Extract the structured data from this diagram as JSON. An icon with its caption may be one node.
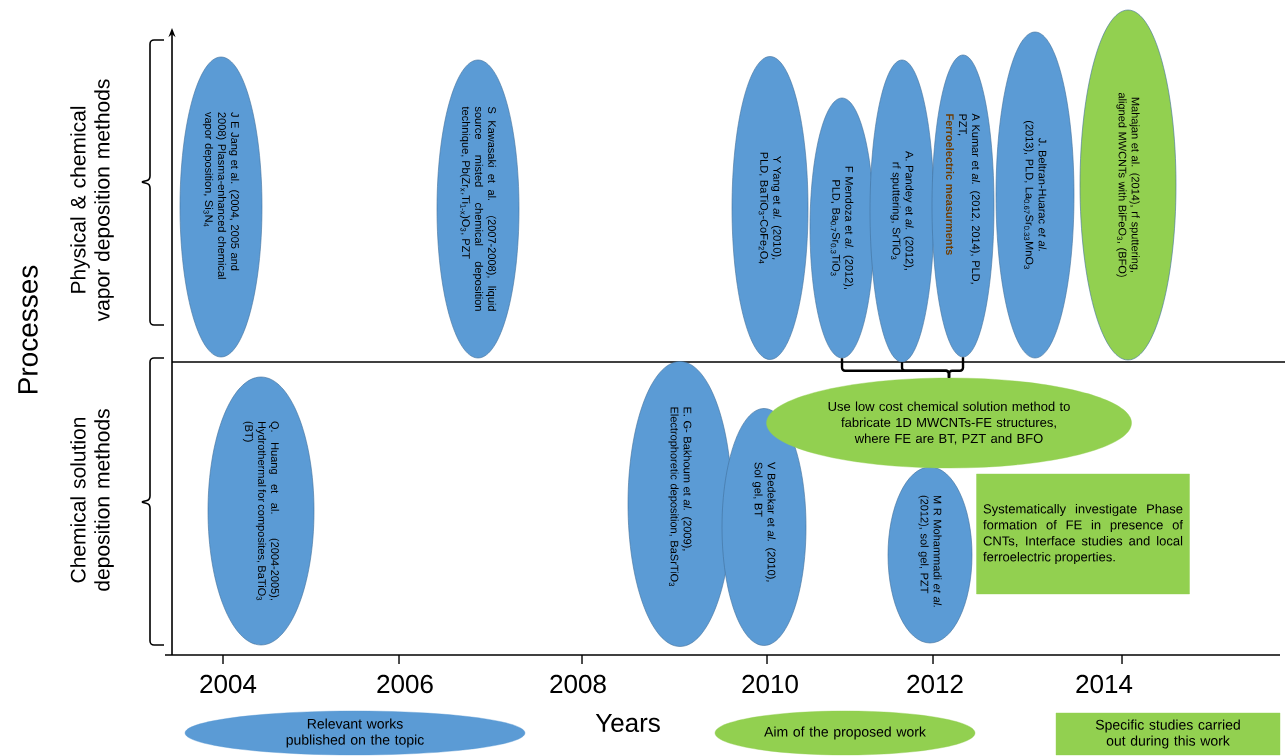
{
  "diagram": {
    "nodes": [
      {
        "text": [
          "J E Jang et al. (2004, 2005 and 2008) Plasma-enhanced chemical vapor deposition, Si$_{3}$N$_{4}$"
        ]
      },
      {
        "text": [
          "S Kawasaki et al. (2007-2008), liquid source misted chemical deposition technique, Pb(Zr$_{x}$,Ti$_{1-x}$)O$_{3}$, PZT"
        ]
      },
      {
        "text": [
          "Y Yang et *al.* (2010), PLD, BaTiO$_{3}$-CoFe$_{2}$O$_{4}$"
        ]
      },
      {
        "text": [
          "F Mendoza et *al.* (2012), PLD, Ba$_{0.7}$Sr$_{0.3}$TiO$_{3}$"
        ]
      },
      {
        "text": [
          "A. Pandey et *al.* (2012), rf sputtering, SrTiO$_{3}$"
        ]
      },
      {
        "text": [
          "A Kumar et *al.* (2012, 2014), PLD, PZT,",
          "Ferroelectric measurments"
        ]
      },
      {
        "text": [
          "J. Beltran-Huarac *et al.* (2013), PLD, La$_{0.67}$Sr$_{0.33}$MnO$_{3}$"
        ]
      },
      {
        "text": [
          "Mahajan et al. (2014), rf sputtering, aligned MWCNTs with BiFeO$_{3}$, (BFO)"
        ]
      },
      {
        "text": [
          "Q. Huang et al. (2004-2005), Hydrothermal for composites, BaTiO$_{3}$ (BT)"
        ]
      },
      {
        "text": [
          "E. G- Bakhoum et *al.* (2009), Electrophoretic deposition, BaSrTiO$_{3}$"
        ]
      },
      {
        "text": [
          "V Bedekar et *al.* (2010), Sol gel, BT"
        ]
      },
      {
        "text": [
          "Use low cost chemical solution method to fabricate 1D MWCNTs-FE structures, where FE are BT, PZT and BFO"
        ]
      },
      {
        "text": [
          "M R Mohammadi *et al.* (2012), sol gel, PZT"
        ]
      },
      {
        "text": [
          "Systematically investigate Phase formation of FE in presence of CNTs, Interface studies and local ferroelectric properties."
        ]
      }
    ],
    "edges": [
      {
        "from": 3,
        "to": 11,
        "arrow": "none"
      },
      {
        "from": 4,
        "to": 11,
        "arrow": "none"
      },
      {
        "from": 5,
        "to": 11,
        "arrow": "none"
      }
    ],
    "labels": [
      "Processes",
      "Physical & chemical vapor deposition methods",
      "Chemical solution deposition methods",
      "2004",
      "2006",
      "2008",
      "2010",
      "2012",
      "2014",
      "Years"
    ],
    "legend": [
      {
        "text": "Relevant works published on the topic",
        "color": "#5b9bd5"
      },
      {
        "text": "Aim of the proposed work",
        "color": "#92d050"
      },
      {
        "text": "Specific studies carried out during this work",
        "color": "#92d050"
      }
    ]
  }
}
